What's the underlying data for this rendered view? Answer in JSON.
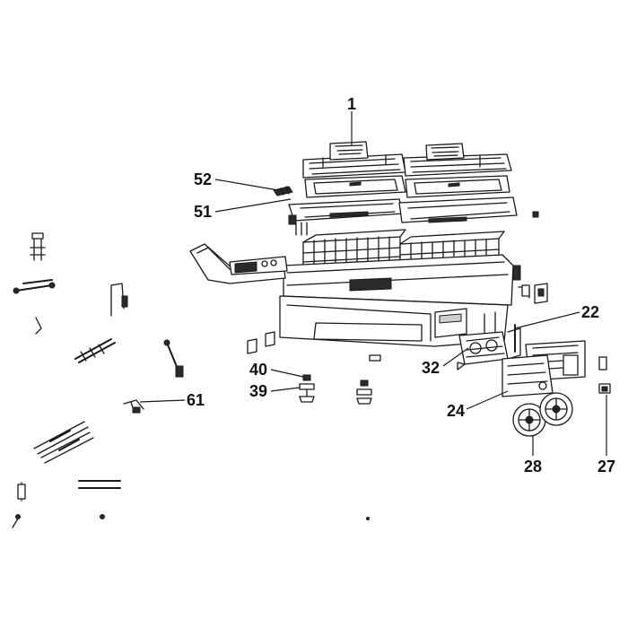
{
  "diagram": {
    "callouts": [
      {
        "id": "c1",
        "label": "1"
      },
      {
        "id": "c52",
        "label": "52"
      },
      {
        "id": "c51",
        "label": "51"
      },
      {
        "id": "c22",
        "label": "22"
      },
      {
        "id": "c32",
        "label": "32"
      },
      {
        "id": "c40",
        "label": "40"
      },
      {
        "id": "c39",
        "label": "39"
      },
      {
        "id": "c61",
        "label": "61"
      },
      {
        "id": "c24",
        "label": "24"
      },
      {
        "id": "c28",
        "label": "28"
      },
      {
        "id": "c27",
        "label": "27"
      }
    ]
  }
}
